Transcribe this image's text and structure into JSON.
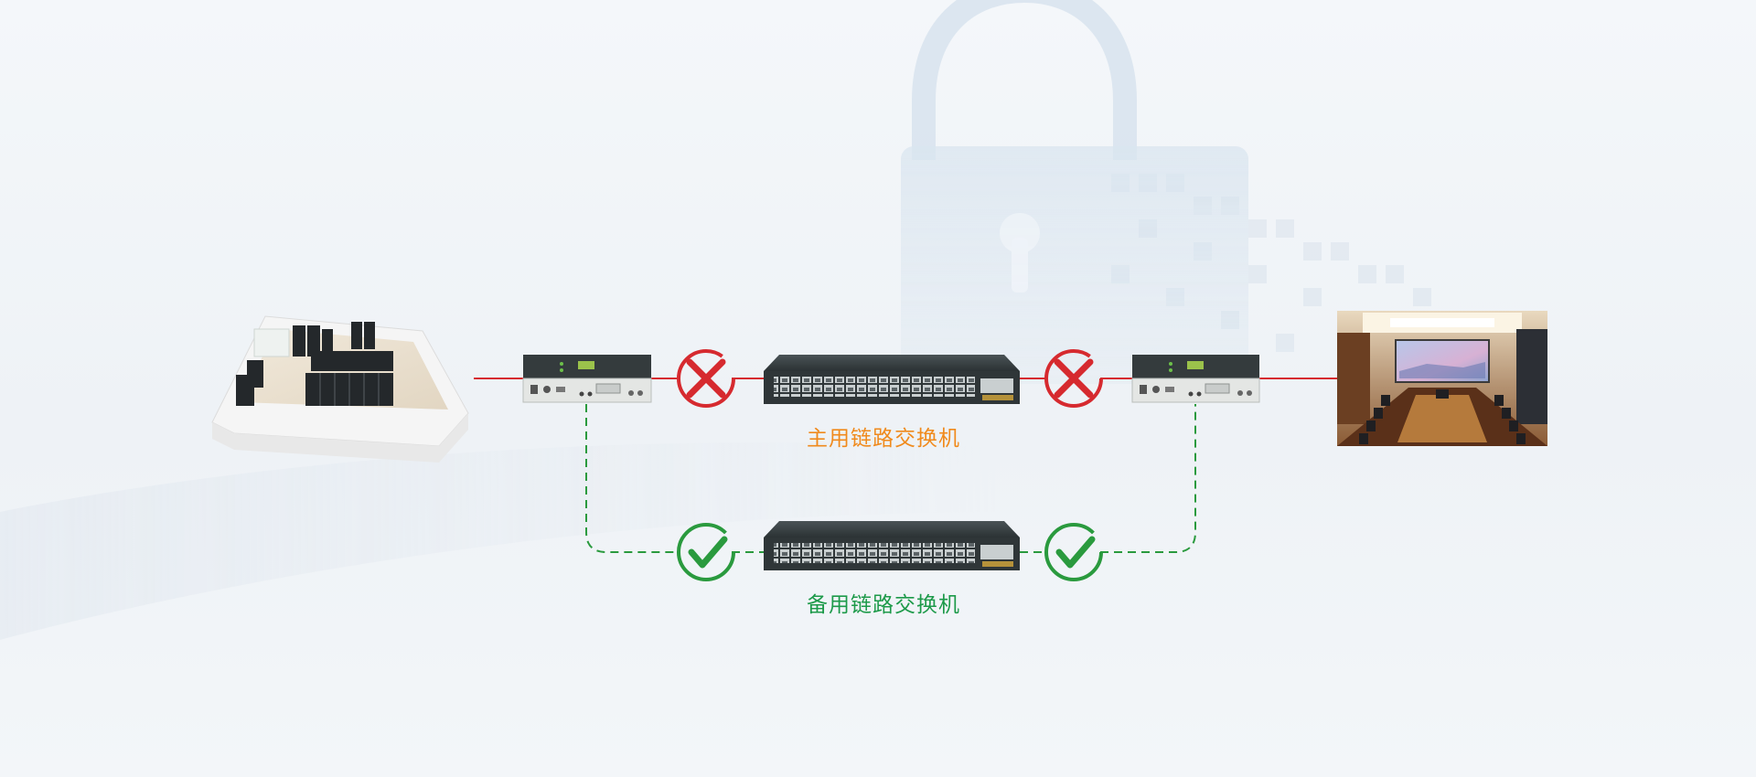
{
  "diagram": {
    "primary_switch_label": "主用链路交换机",
    "backup_switch_label": "备用链路交换机"
  },
  "colors": {
    "primary_link": "#d62a2f",
    "backup_link": "#2a9a3e",
    "primary_label": "#f08a1c",
    "backup_label": "#1d9a4a",
    "device_dark": "#343b3d",
    "device_light": "#e4e6e4"
  },
  "icons": {
    "fault_marker": "x-circle-icon",
    "ok_marker": "check-circle-icon",
    "background": "lock-icon",
    "source": "server-room-icon",
    "destination": "meeting-room-icon"
  },
  "status": {
    "primary_link": "failed",
    "backup_link": "active"
  }
}
